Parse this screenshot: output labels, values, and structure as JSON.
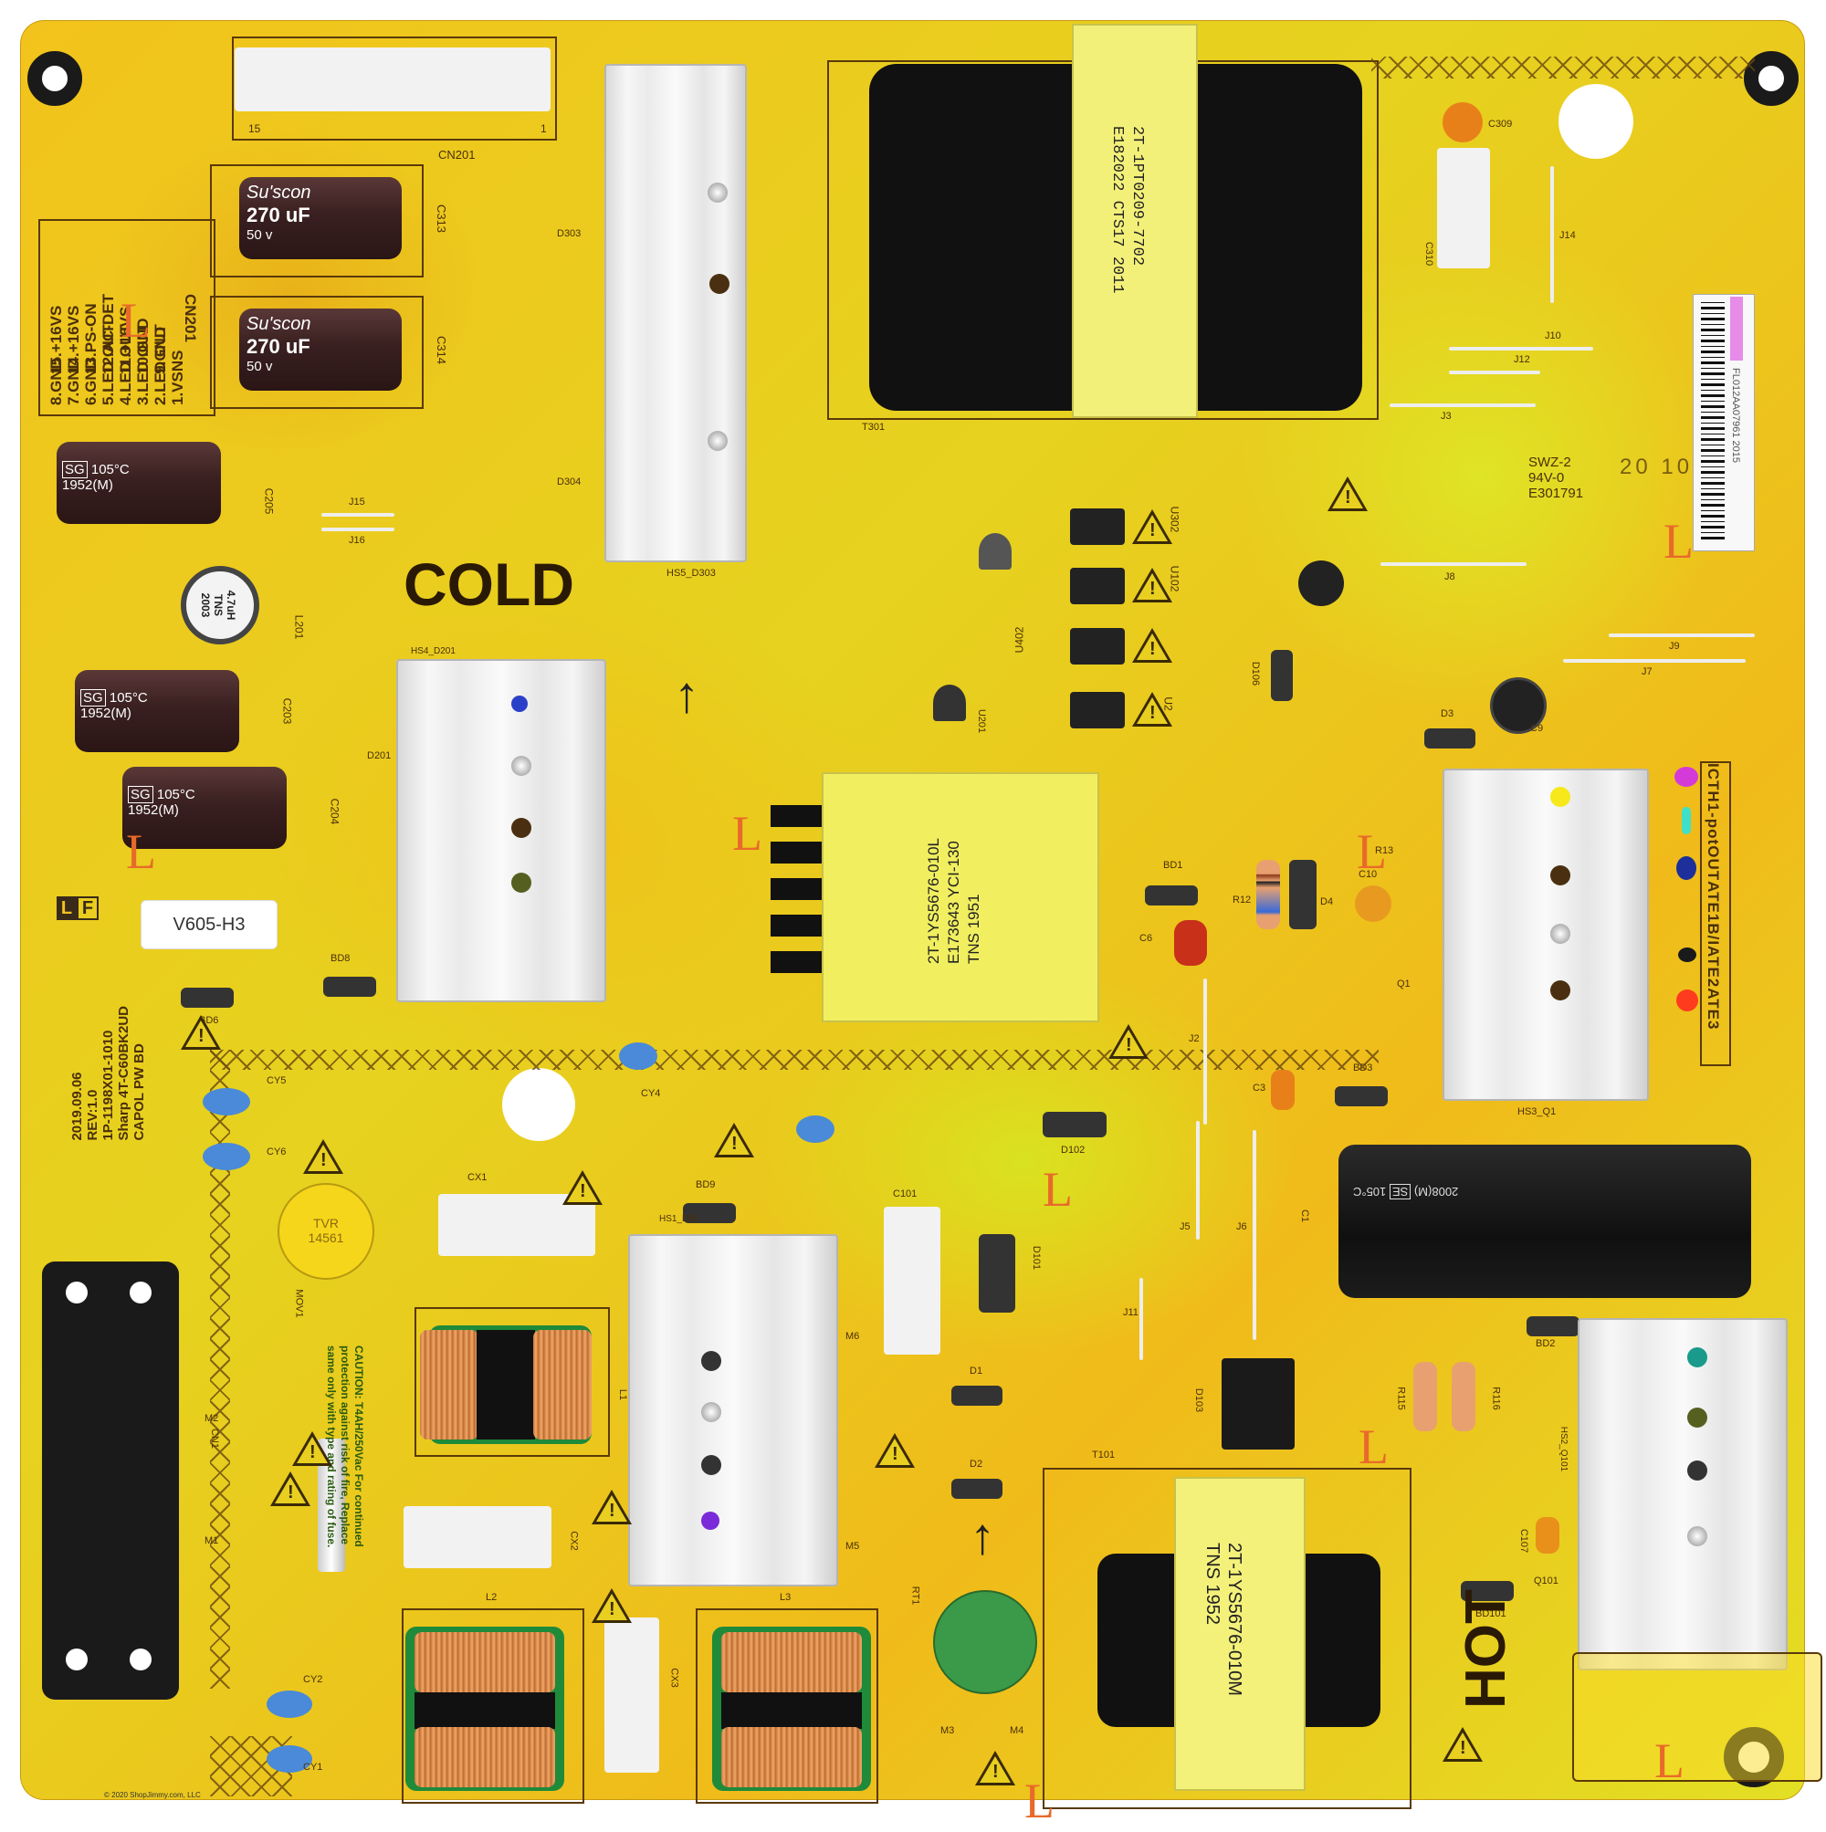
{
  "board": {
    "description": "TV power supply PCB, yellow board",
    "model_label": "V605-H3",
    "lf_mark": [
      "L",
      "F"
    ],
    "cold_label": "COLD",
    "hot_label": "HOT",
    "board_info": [
      "CAPOL PW BD",
      "Sharp 4T-C60BK2UD",
      "1P-1198X01-1010",
      "REV:1.0",
      "2019.09.06"
    ],
    "copyright": "© 2020 ShopJimmy.com, LLC"
  },
  "connector": {
    "ref": "CN201",
    "pin_first": "15",
    "pin_last": "1",
    "pinout_title": "CN201",
    "pinout": [
      "1.VSNS",
      "2.LED OUT",
      "3.LED OUT",
      "4.LED OUT",
      "5.LED OUT",
      "6.GND",
      "7.GND",
      "8.GND",
      "9.GND",
      "10.GND",
      "11.+16VS",
      "12.AC-DET",
      "13.PS-ON",
      "14.+16VS",
      "15.+16VS"
    ]
  },
  "capacitors": {
    "c313": {
      "ref": "C313",
      "brand": "Su'scon",
      "value": "270 uF",
      "voltage": "50 v"
    },
    "c314": {
      "ref": "C314",
      "brand": "Su'scon",
      "value": "270 uF",
      "voltage": "50 v"
    },
    "c205": {
      "ref": "C205",
      "mark": "SG",
      "temp": "105°C",
      "code": "1952(M)"
    },
    "c203": {
      "ref": "C203",
      "mark": "SG",
      "temp": "105°C",
      "code": "1952(M)"
    },
    "c204": {
      "ref": "C204",
      "mark": "SG",
      "temp": "105°C",
      "code": "1952(M)"
    },
    "c1": {
      "ref": "C1",
      "mark": "SE",
      "temp": "105°C",
      "code": "2008(M)"
    },
    "c9": {
      "ref": "C9"
    },
    "c10": {
      "ref": "C10"
    },
    "c6": {
      "ref": "C6"
    },
    "c309": {
      "ref": "C309"
    },
    "c310": {
      "ref": "C310"
    },
    "c107": {
      "ref": "C107"
    },
    "c101": {
      "ref": "C101"
    },
    "c3": {
      "ref": "C3"
    }
  },
  "inductor_l201": {
    "ref": "L201",
    "value": "4.7uH",
    "brand": "TNS",
    "code": "2003"
  },
  "transformers": {
    "t301": {
      "ref": "T301",
      "lines": [
        "2T-1PT0209-7702",
        "E182022 CTS17 2011"
      ]
    },
    "main": {
      "lines": [
        "2T-1YS5676-010L",
        "E173643 YCI-130",
        "TNS 1951"
      ]
    },
    "t101": {
      "ref": "T101",
      "lines": [
        "2T-1YS5676-010M",
        "TNS 1952"
      ]
    }
  },
  "heatsinks": [
    "HS5_D303",
    "HS4_D201",
    "HS3_Q1",
    "HS1_DB1",
    "HS2_Q101"
  ],
  "optocouplers": [
    "U302",
    "U102",
    "U402",
    "U2"
  ],
  "varistor": {
    "ref": "MOV1",
    "text1": "TVR",
    "text2": "14561"
  },
  "fuse_caution": "CAUTION: T4AH/250Vac For continued protection against risk of fire, Replace same only with type and rating of fuse.",
  "certification": {
    "line1": "SWZ-2",
    "line2": "94V-0",
    "line3": "E301791",
    "date_code": "20 10"
  },
  "barcode": {
    "text": "FL012AA07961 2015"
  },
  "test_legend": [
    {
      "label": "ICT",
      "color": "#d43ad8"
    },
    {
      "label": "H1-pot",
      "color": "#3fe0c8"
    },
    {
      "label": "OUT",
      "color": "#1c2f9a"
    },
    {
      "label": "ATE1",
      "color": ""
    },
    {
      "label": "B/I",
      "color": "#1a1a1a"
    },
    {
      "label": "ATE2",
      "color": "#ff3b1e"
    },
    {
      "label": "ATE3",
      "color": ""
    }
  ],
  "refs": {
    "d303": "D303",
    "d304": "D304",
    "d201": "D201",
    "d106": "D106",
    "d3": "D3",
    "d102": "D102",
    "d101": "D101",
    "d1": "D1",
    "d2": "D2",
    "d103": "D103",
    "d4": "D4",
    "bd1": "BD1",
    "bd2": "BD2",
    "bd3": "BD3",
    "bd6": "BD6",
    "bd8": "BD8",
    "bd9": "BD9",
    "bd101": "BD101",
    "j2": "J2",
    "j3": "J3",
    "j5": "J5",
    "j6": "J6",
    "j7": "J7",
    "j8": "J8",
    "j9": "J9",
    "j10": "J10",
    "j11": "J11",
    "j12": "J12",
    "j14": "J14",
    "j15": "J15",
    "j16": "J16",
    "q1": "Q1",
    "q101": "Q101",
    "u201": "U201",
    "r12": "R12",
    "r13": "R13",
    "r115": "R115",
    "r116": "R116",
    "rt1": "RT1",
    "cx1": "CX1",
    "cx2": "CX2",
    "cx3": "CX3",
    "cy1": "CY1",
    "cy2": "CY2",
    "cy4": "CY4",
    "cy5": "CY5",
    "cy6": "CY6",
    "l1": "L1",
    "l2": "L2",
    "l3": "L3",
    "m1": "M1",
    "m2": "M2",
    "m3": "M3",
    "m4": "M4",
    "m5": "M5",
    "m6": "M6",
    "cn1": "CN1"
  }
}
